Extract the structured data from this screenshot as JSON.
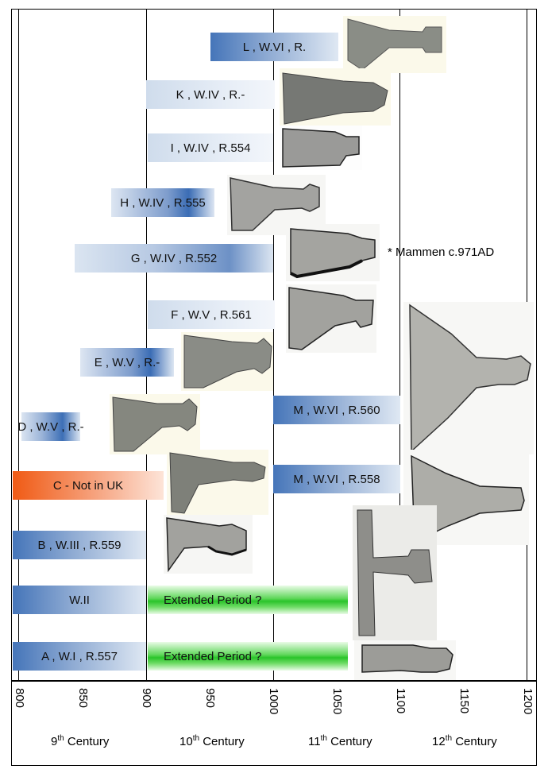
{
  "axis": {
    "ticks": [
      "800",
      "850",
      "900",
      "950",
      "1000",
      "1050",
      "1100",
      "1150",
      "1200"
    ]
  },
  "centuries": [
    {
      "num": "9",
      "sup": "th",
      "word": "Century"
    },
    {
      "num": "10",
      "sup": "th",
      "word": "Century"
    },
    {
      "num": "11",
      "sup": "th",
      "word": "Century"
    },
    {
      "num": "12",
      "sup": "th",
      "word": "Century"
    }
  ],
  "labels": {
    "L": "L , W.VI , R.",
    "K": "K , W.IV , R.-",
    "I": "I , W.IV , R.554",
    "H": "H , W.IV , R.555",
    "G": "G , W.IV , R.552",
    "F": "F , W.V , R.561",
    "E": "E , W.V , R.-",
    "D": "D , W.V , R.-",
    "M1": "M , W.VI , R.560",
    "C": "C - Not in UK",
    "M2": "M , W.VI , R.558",
    "B": "B , W.III , R.559",
    "W2": "W.II",
    "A": "A , W.I , R.557"
  },
  "extended": [
    "Extended Period ?",
    "Extended Period ?"
  ],
  "note": "* Mammen c.971AD",
  "colors": {
    "blue": "#3d6fb6",
    "orange": "#f05a14",
    "green": "#2ac42a"
  }
}
